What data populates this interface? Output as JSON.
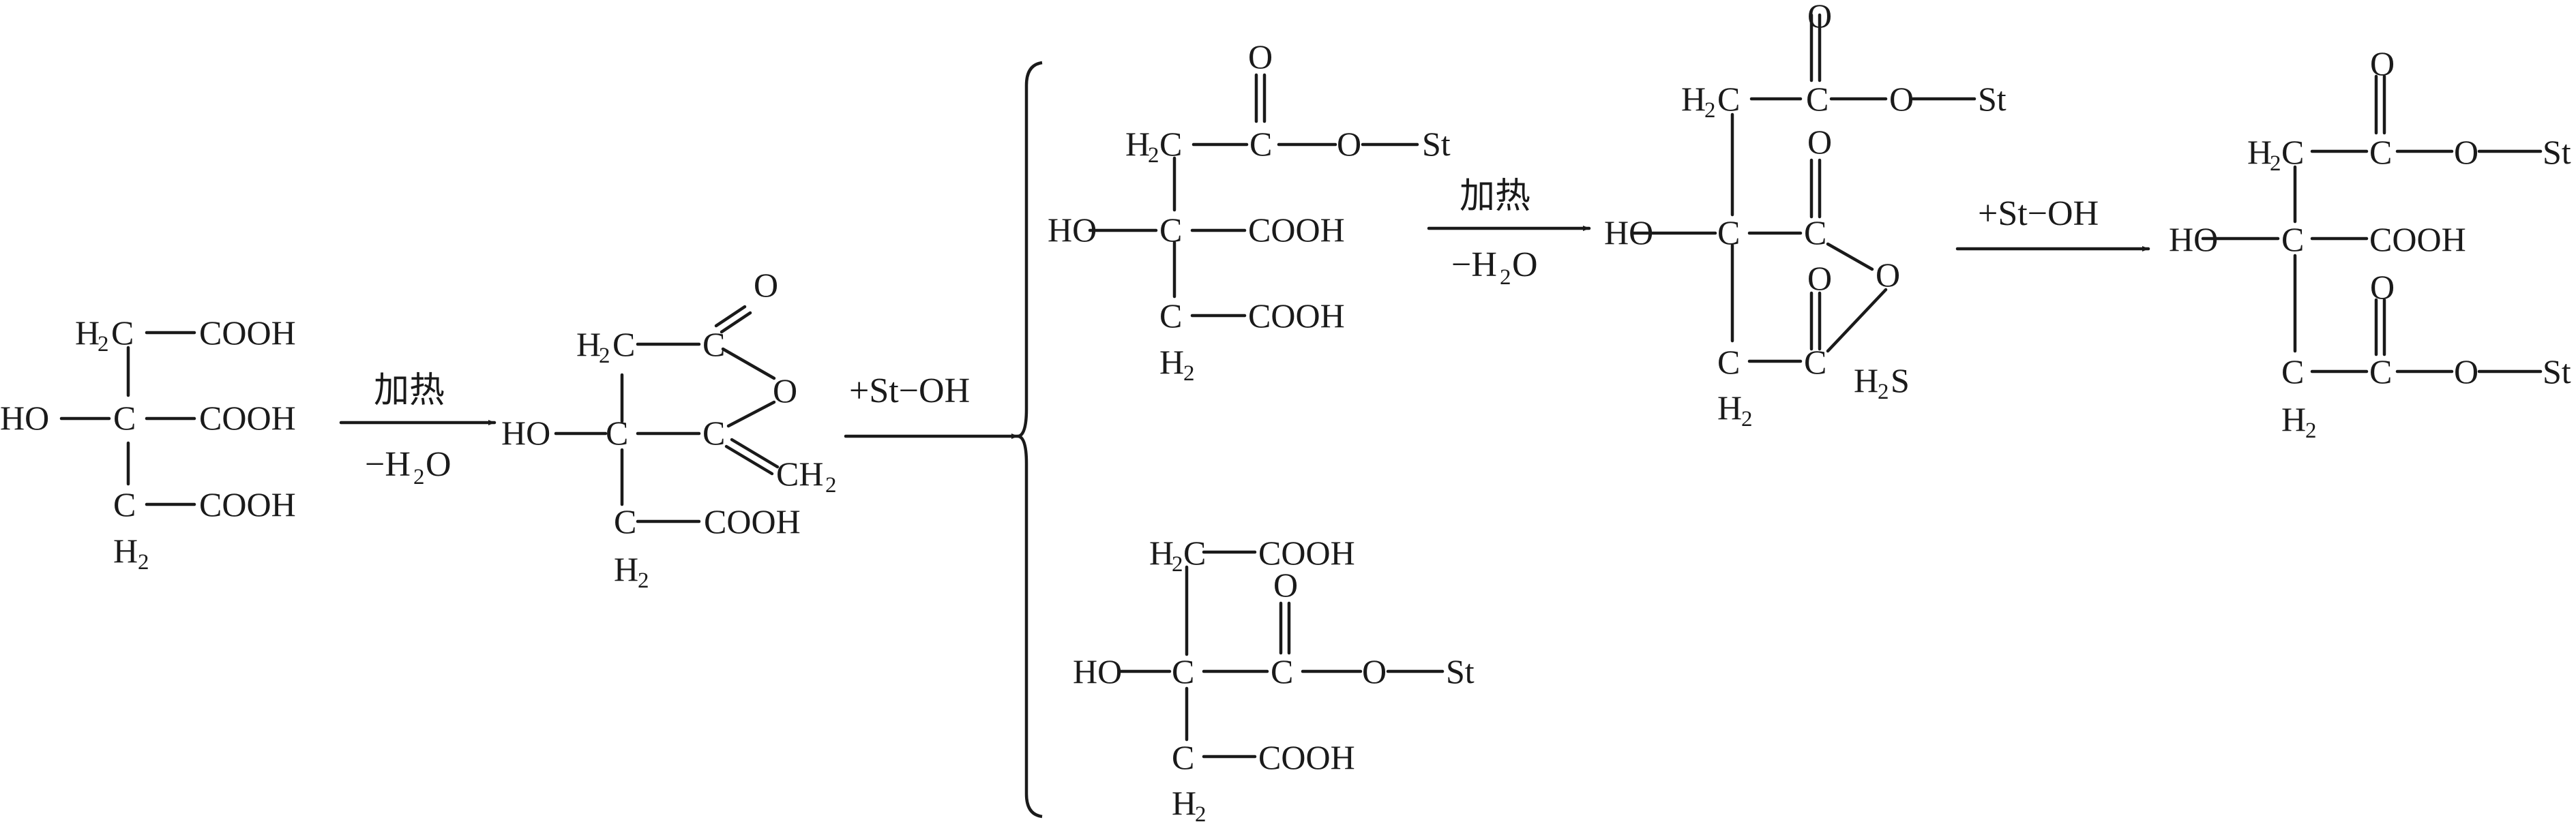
{
  "labels": {
    "C": "C",
    "O": "O",
    "H": "H",
    "S": "S",
    "HO": "HO",
    "COOH": "COOH",
    "St": "St",
    "CH2": "CH",
    "two": "2"
  },
  "conditions": {
    "heat": "加热",
    "dehydrate_minus_H": "−H",
    "dehydrate_O": "O",
    "add_st_oh": "+St−OH"
  }
}
